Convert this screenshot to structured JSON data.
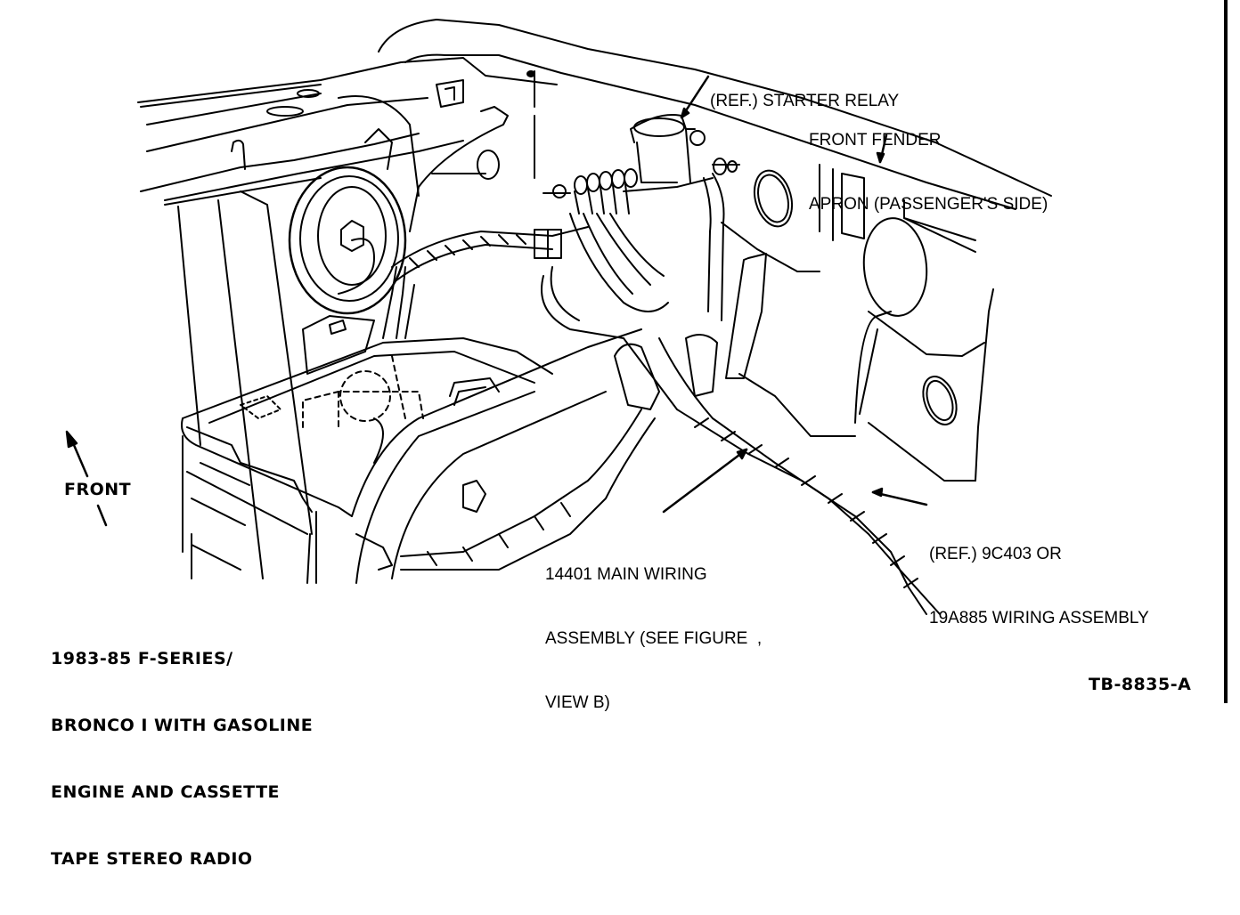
{
  "figure": {
    "id_code": "TB-8835-A",
    "caption_lines": [
      "1983-85 F-SERIES/",
      "BRONCO I WITH GASOLINE",
      "ENGINE AND CASSETTE",
      "TAPE STEREO RADIO"
    ],
    "orientation_label": "FRONT"
  },
  "callouts": {
    "starter_relay": {
      "lines": [
        "(REF.) STARTER RELAY"
      ]
    },
    "fender_apron": {
      "lines": [
        "FRONT FENDER",
        "APRON (PASSENGER'S SIDE)"
      ]
    },
    "main_wiring": {
      "lines": [
        "14401 MAIN WIRING",
        "ASSEMBLY (SEE FIGURE  ,",
        "VIEW B)"
      ]
    },
    "ref_wiring": {
      "lines": [
        "(REF.) 9C403 OR",
        "19A885 WIRING ASSEMBLY"
      ]
    }
  },
  "colors": {
    "ink": "#000000",
    "paper": "#ffffff"
  }
}
